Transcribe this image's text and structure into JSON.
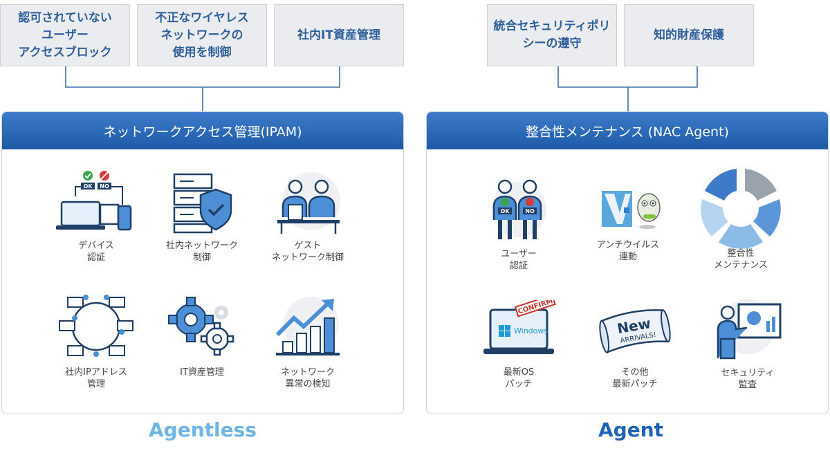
{
  "colors": {
    "primary": "#2f5f9a",
    "header_dark": "#1e5aa8",
    "icon_blue": "#4d8fd6",
    "agentless": "#6fb6e6",
    "agent": "#1f63b6"
  },
  "top_boxes": {
    "block_users": "認可されていない\nユーザー\nアクセスブロック",
    "wireless": "不正なワイヤレス\nネットワークの\n使用を制御",
    "it_assets": "社内IT資産管理",
    "policy": "統合セキュリティポリ\nシーの遵守",
    "ip_protect": "知的財産保護"
  },
  "left_panel": {
    "title": "ネットワークアクセス管理(IPAM)",
    "items": [
      {
        "label": "デバイス\n認証",
        "badges": [
          "OK",
          "NO"
        ]
      },
      {
        "label": "社内ネットワーク\n制御"
      },
      {
        "label": "ゲスト\nネットワーク制御"
      },
      {
        "label": "社内IPアドレス\n管理"
      },
      {
        "label": "IT資産管理"
      },
      {
        "label": "ネットワーク\n異常の検知"
      }
    ]
  },
  "right_panel": {
    "title": "整合性メンテナンス (NAC Agent)",
    "items": [
      {
        "label": "ユーザー\n認証",
        "badges": [
          "OK",
          "NO"
        ]
      },
      {
        "label": "アンチウイルス\n連動"
      },
      {
        "label": "整合性\nメンテナンス"
      },
      {
        "label": "最新OS\nパッチ",
        "badge": "CONFIRM",
        "screen_text": "Windows"
      },
      {
        "label": "その他\n最新パッチ",
        "banner_top": "New",
        "banner_bottom": "ARRIVALS!"
      },
      {
        "label": "セキュリティ\n監査"
      }
    ]
  },
  "footer": {
    "agentless": "Agentless",
    "agent": "Agent"
  }
}
